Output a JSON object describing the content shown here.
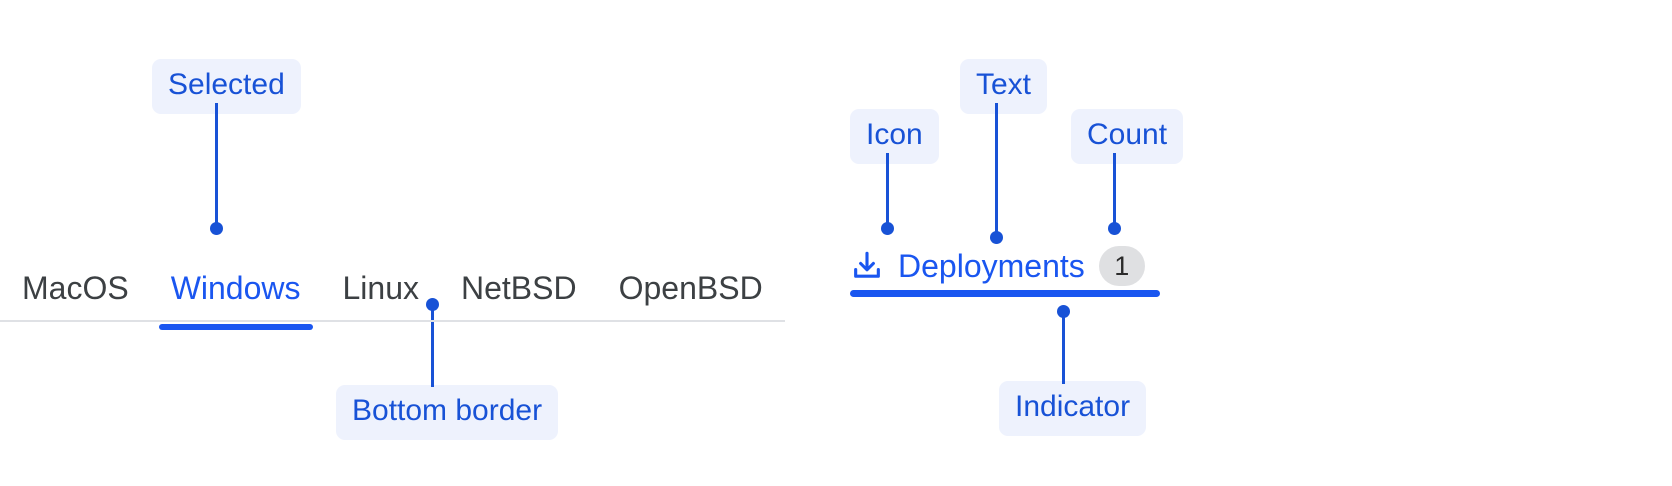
{
  "colors": {
    "accent": "#1a56f0",
    "anno_text": "#1852d6",
    "anno_pill_bg": "#eef2fd",
    "tab_text": "#3c4043",
    "divider": "#dfe1e5",
    "badge_bg": "#dfe0e2",
    "badge_text": "#2b2b2b"
  },
  "left_panel": {
    "tabs": [
      {
        "label": "MacOS",
        "selected": false
      },
      {
        "label": "Windows",
        "selected": true
      },
      {
        "label": "Linux",
        "selected": false
      },
      {
        "label": "NetBSD",
        "selected": false
      },
      {
        "label": "OpenBSD",
        "selected": false
      }
    ],
    "annotations": [
      {
        "id": "selected",
        "label": "Selected"
      },
      {
        "id": "bottom-border",
        "label": "Bottom border"
      }
    ]
  },
  "right_panel": {
    "tab": {
      "icon": "download-icon",
      "label": "Deployments",
      "count": "1",
      "selected": true
    },
    "annotations": [
      {
        "id": "icon",
        "label": "Icon"
      },
      {
        "id": "text",
        "label": "Text"
      },
      {
        "id": "count",
        "label": "Count"
      },
      {
        "id": "indicator",
        "label": "Indicator"
      }
    ]
  }
}
